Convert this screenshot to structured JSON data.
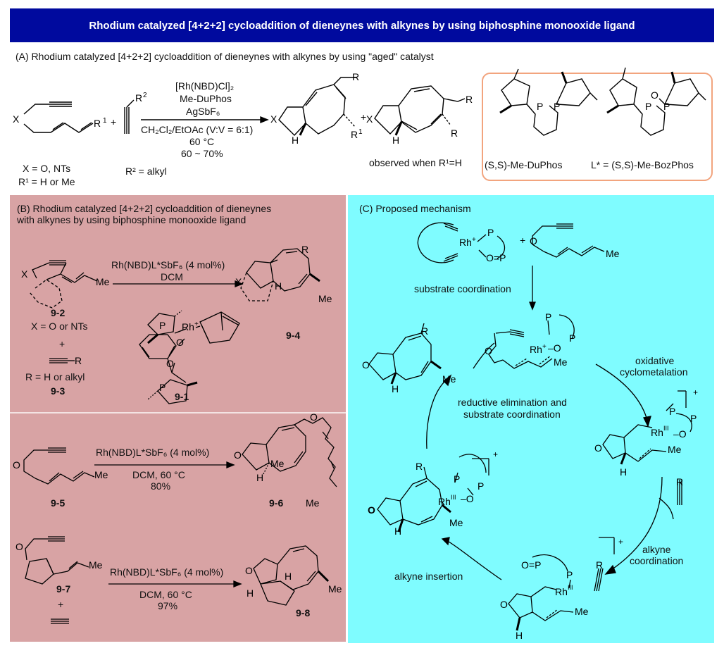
{
  "title": "Rhodium catalyzed [4+2+2]  cycloaddition of dieneynes with alkynes by using biphosphine monooxide ligand",
  "panel_a": {
    "title": "(A) Rhodium catalyzed [4+2+2]  cycloaddition of dieneynes with alkynes by using \"aged\" catalyst",
    "reagents": {
      "catalyst": "[Rh(NBD)Cl]₂",
      "ligand": "Me-DuPhos",
      "additive": "AgSbF₆",
      "solvent": "CH₂Cl₂/EtOAc (V:V = 6:1)",
      "temperature": "60 °C",
      "yield": "60 ~ 70%"
    },
    "substrate_x": "X = O, NTs",
    "substrate_r1": "R¹ = H or Me",
    "alkyne_r2": "R² = alkyl",
    "byproduct_note": "observed when R¹=H",
    "ligand_1": "(S,S)-Me-DuPhos",
    "ligand_2": "L* = (S,S)-Me-BozPhos"
  },
  "panel_b": {
    "title_line1": "(B) Rhodium catalyzed [4+2+2] cycloaddition of dieneynes",
    "title_line2": " with alkynes by using biphosphine monooxide ligand",
    "reaction1": {
      "conditions_1": "Rh(NBD)L*SbF₆ (4 mol%)",
      "conditions_2": "DCM",
      "substrate": "9-2",
      "substrate_x": "X = O or NTs",
      "plus": "+",
      "alkyne_r": "R = H or alkyl",
      "alkyne": "9-3",
      "product": "9-4",
      "catalyst": "9-1"
    },
    "reaction2": {
      "conditions_1": "Rh(NBD)L*SbF₆ (4 mol%)",
      "conditions_2": "DCM, 60 °C",
      "yield": "80%",
      "substrate": "9-5",
      "product": "9-6"
    },
    "reaction3": {
      "conditions_1": "Rh(NBD)L*SbF₆ (4 mol%)",
      "conditions_2": "DCM, 60 °C",
      "yield": "97%",
      "substrate": "9-7",
      "plus": "+",
      "product": "9-8"
    }
  },
  "panel_c": {
    "title": "(C) Proposed mechanism",
    "step_1": "substrate coordination",
    "step_2_line1": "oxidative",
    "step_2_line2": "cyclometalation",
    "step_3_line1": "alkyne",
    "step_3_line2": "coordination",
    "step_4": "alkyne insertion",
    "step_5_line1": "reductive elimination and",
    "step_5_line2": "substrate coordination"
  },
  "colors": {
    "title_bg": "#000a9e",
    "panel_b_bg": "#d8a3a4",
    "panel_c_bg": "#7ffcff",
    "ligand_box_border": "#f2a47e"
  }
}
